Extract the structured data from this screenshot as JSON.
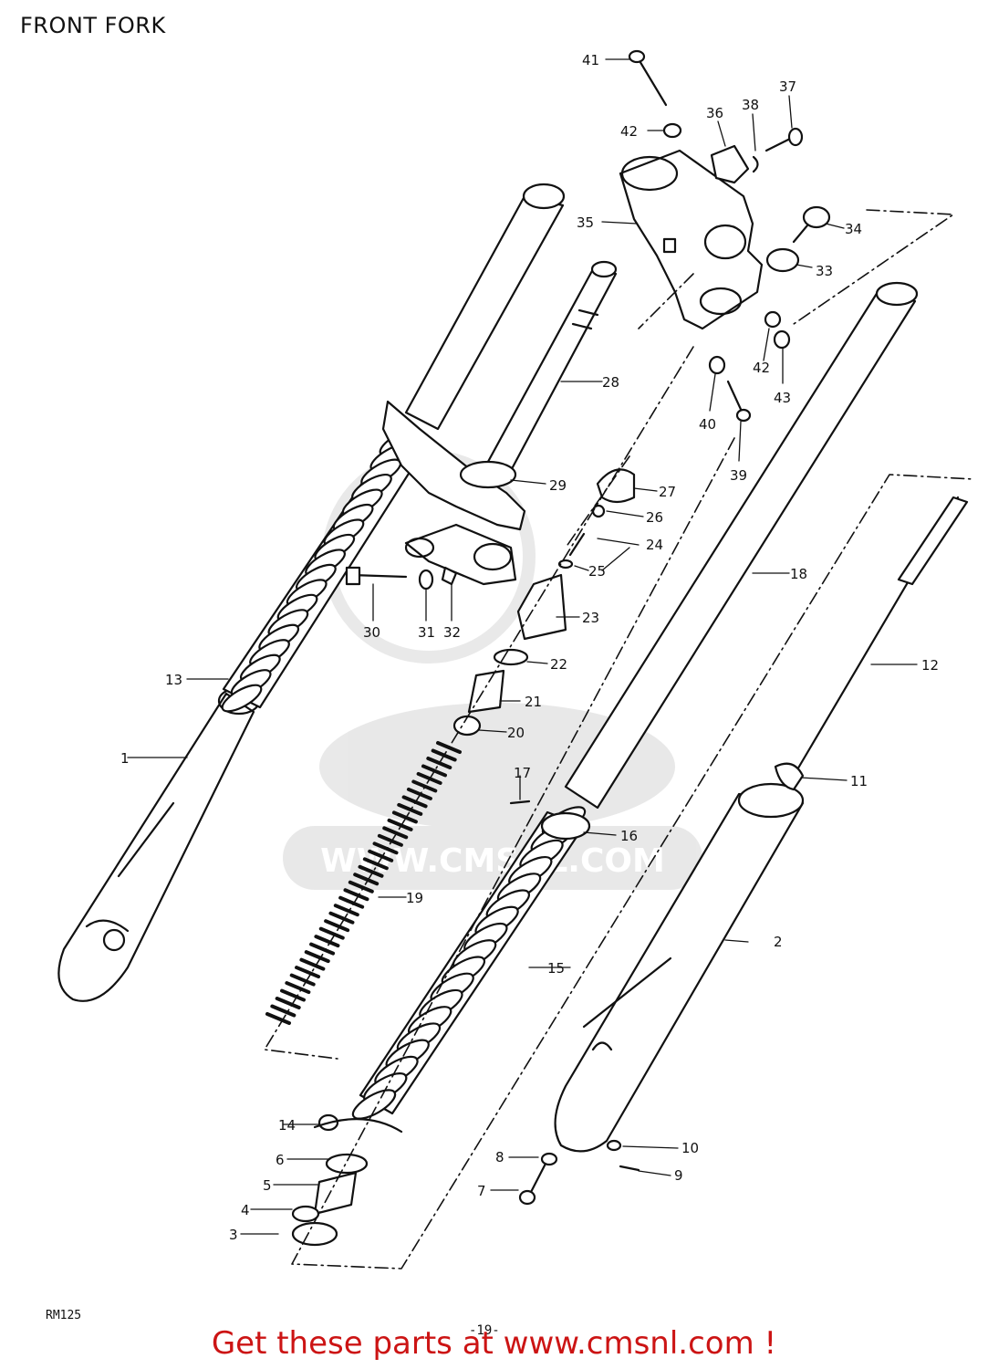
{
  "title": "FRONT FORK",
  "model_code": "RM125",
  "page_number": "-19-",
  "watermark": {
    "brand": "CMS",
    "url": "WWW.CMSNL.COM"
  },
  "footer": {
    "text": "Get these parts at www.cmsnl.com !",
    "color": "#cc1414"
  },
  "callouts": [
    {
      "id": "c1",
      "text": "1"
    },
    {
      "id": "c2",
      "text": "2"
    },
    {
      "id": "c3",
      "text": "3"
    },
    {
      "id": "c4",
      "text": "4"
    },
    {
      "id": "c5",
      "text": "5"
    },
    {
      "id": "c6",
      "text": "6"
    },
    {
      "id": "c7",
      "text": "7"
    },
    {
      "id": "c8",
      "text": "8"
    },
    {
      "id": "c9",
      "text": "9"
    },
    {
      "id": "c10",
      "text": "10"
    },
    {
      "id": "c11",
      "text": "11"
    },
    {
      "id": "c12",
      "text": "12"
    },
    {
      "id": "c13",
      "text": "13"
    },
    {
      "id": "c14",
      "text": "14"
    },
    {
      "id": "c15",
      "text": "15"
    },
    {
      "id": "c16",
      "text": "16"
    },
    {
      "id": "c17",
      "text": "17"
    },
    {
      "id": "c18",
      "text": "18"
    },
    {
      "id": "c19",
      "text": "19"
    },
    {
      "id": "c20",
      "text": "20"
    },
    {
      "id": "c21",
      "text": "21"
    },
    {
      "id": "c22",
      "text": "22"
    },
    {
      "id": "c23",
      "text": "23"
    },
    {
      "id": "c24",
      "text": "24"
    },
    {
      "id": "c25",
      "text": "25"
    },
    {
      "id": "c26",
      "text": "26"
    },
    {
      "id": "c27",
      "text": "27"
    },
    {
      "id": "c28",
      "text": "28"
    },
    {
      "id": "c29",
      "text": "29"
    },
    {
      "id": "c30",
      "text": "30"
    },
    {
      "id": "c31",
      "text": "31"
    },
    {
      "id": "c32",
      "text": "32"
    },
    {
      "id": "c33",
      "text": "33"
    },
    {
      "id": "c34",
      "text": "34"
    },
    {
      "id": "c35",
      "text": "35"
    },
    {
      "id": "c36",
      "text": "36"
    },
    {
      "id": "c37",
      "text": "37"
    },
    {
      "id": "c38",
      "text": "38"
    },
    {
      "id": "c39",
      "text": "39"
    },
    {
      "id": "c40",
      "text": "40"
    },
    {
      "id": "c41",
      "text": "41"
    },
    {
      "id": "c42a",
      "text": "42"
    },
    {
      "id": "c42b",
      "text": "42"
    },
    {
      "id": "c43",
      "text": "43"
    }
  ]
}
